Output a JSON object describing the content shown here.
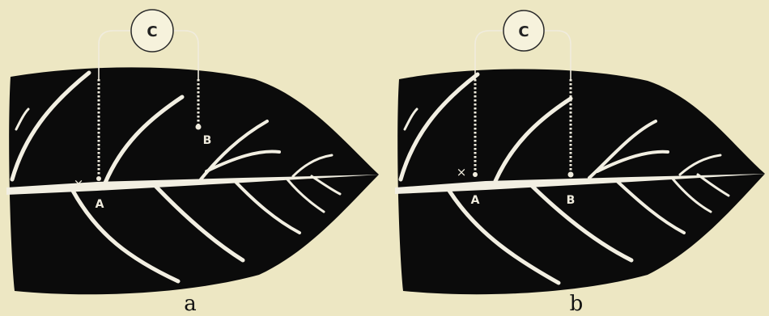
{
  "figure": {
    "background_color": "#ede7c3",
    "leaf_color": "#0b0b0b",
    "vein_color": "#f2efe2",
    "wire_color": "#f0ecde",
    "panels": [
      {
        "caption": "a",
        "galvanometer_label": "C",
        "contact_a_label": "A",
        "contact_b_label": "B",
        "stimulus_mark": "×"
      },
      {
        "caption": "b",
        "galvanometer_label": "C",
        "contact_a_label": "A",
        "contact_b_label": "B",
        "stimulus_mark": "×"
      }
    ]
  }
}
